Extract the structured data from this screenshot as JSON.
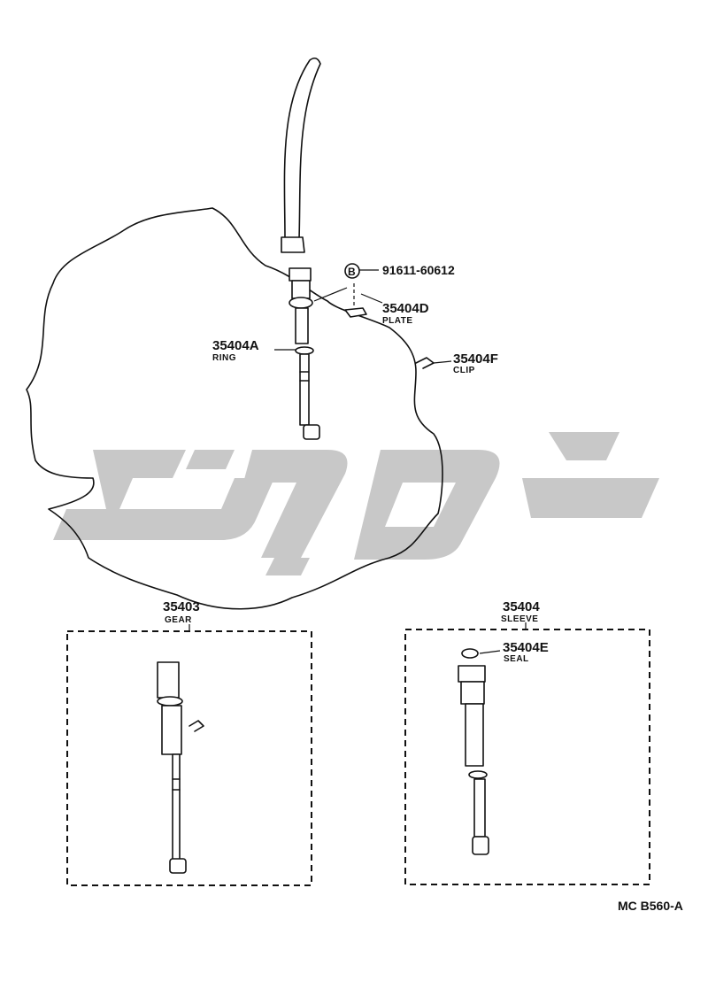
{
  "labels": {
    "bolt_symbol": "B",
    "bolt_code": "91611-60612",
    "plate_num": "35404D",
    "plate_name": "PLATE",
    "ring_num": "35404A",
    "ring_name": "RING",
    "clip_num": "35404F",
    "clip_name": "CLIP",
    "gear_num": "35403",
    "gear_name": "GEAR",
    "sleeve_num": "35404",
    "sleeve_name": "SLEEVE",
    "seal_num": "35404E",
    "seal_name": "SEAL",
    "drawing_code": "MC B560-A"
  },
  "watermark": {
    "color": "#c8c8c8"
  }
}
